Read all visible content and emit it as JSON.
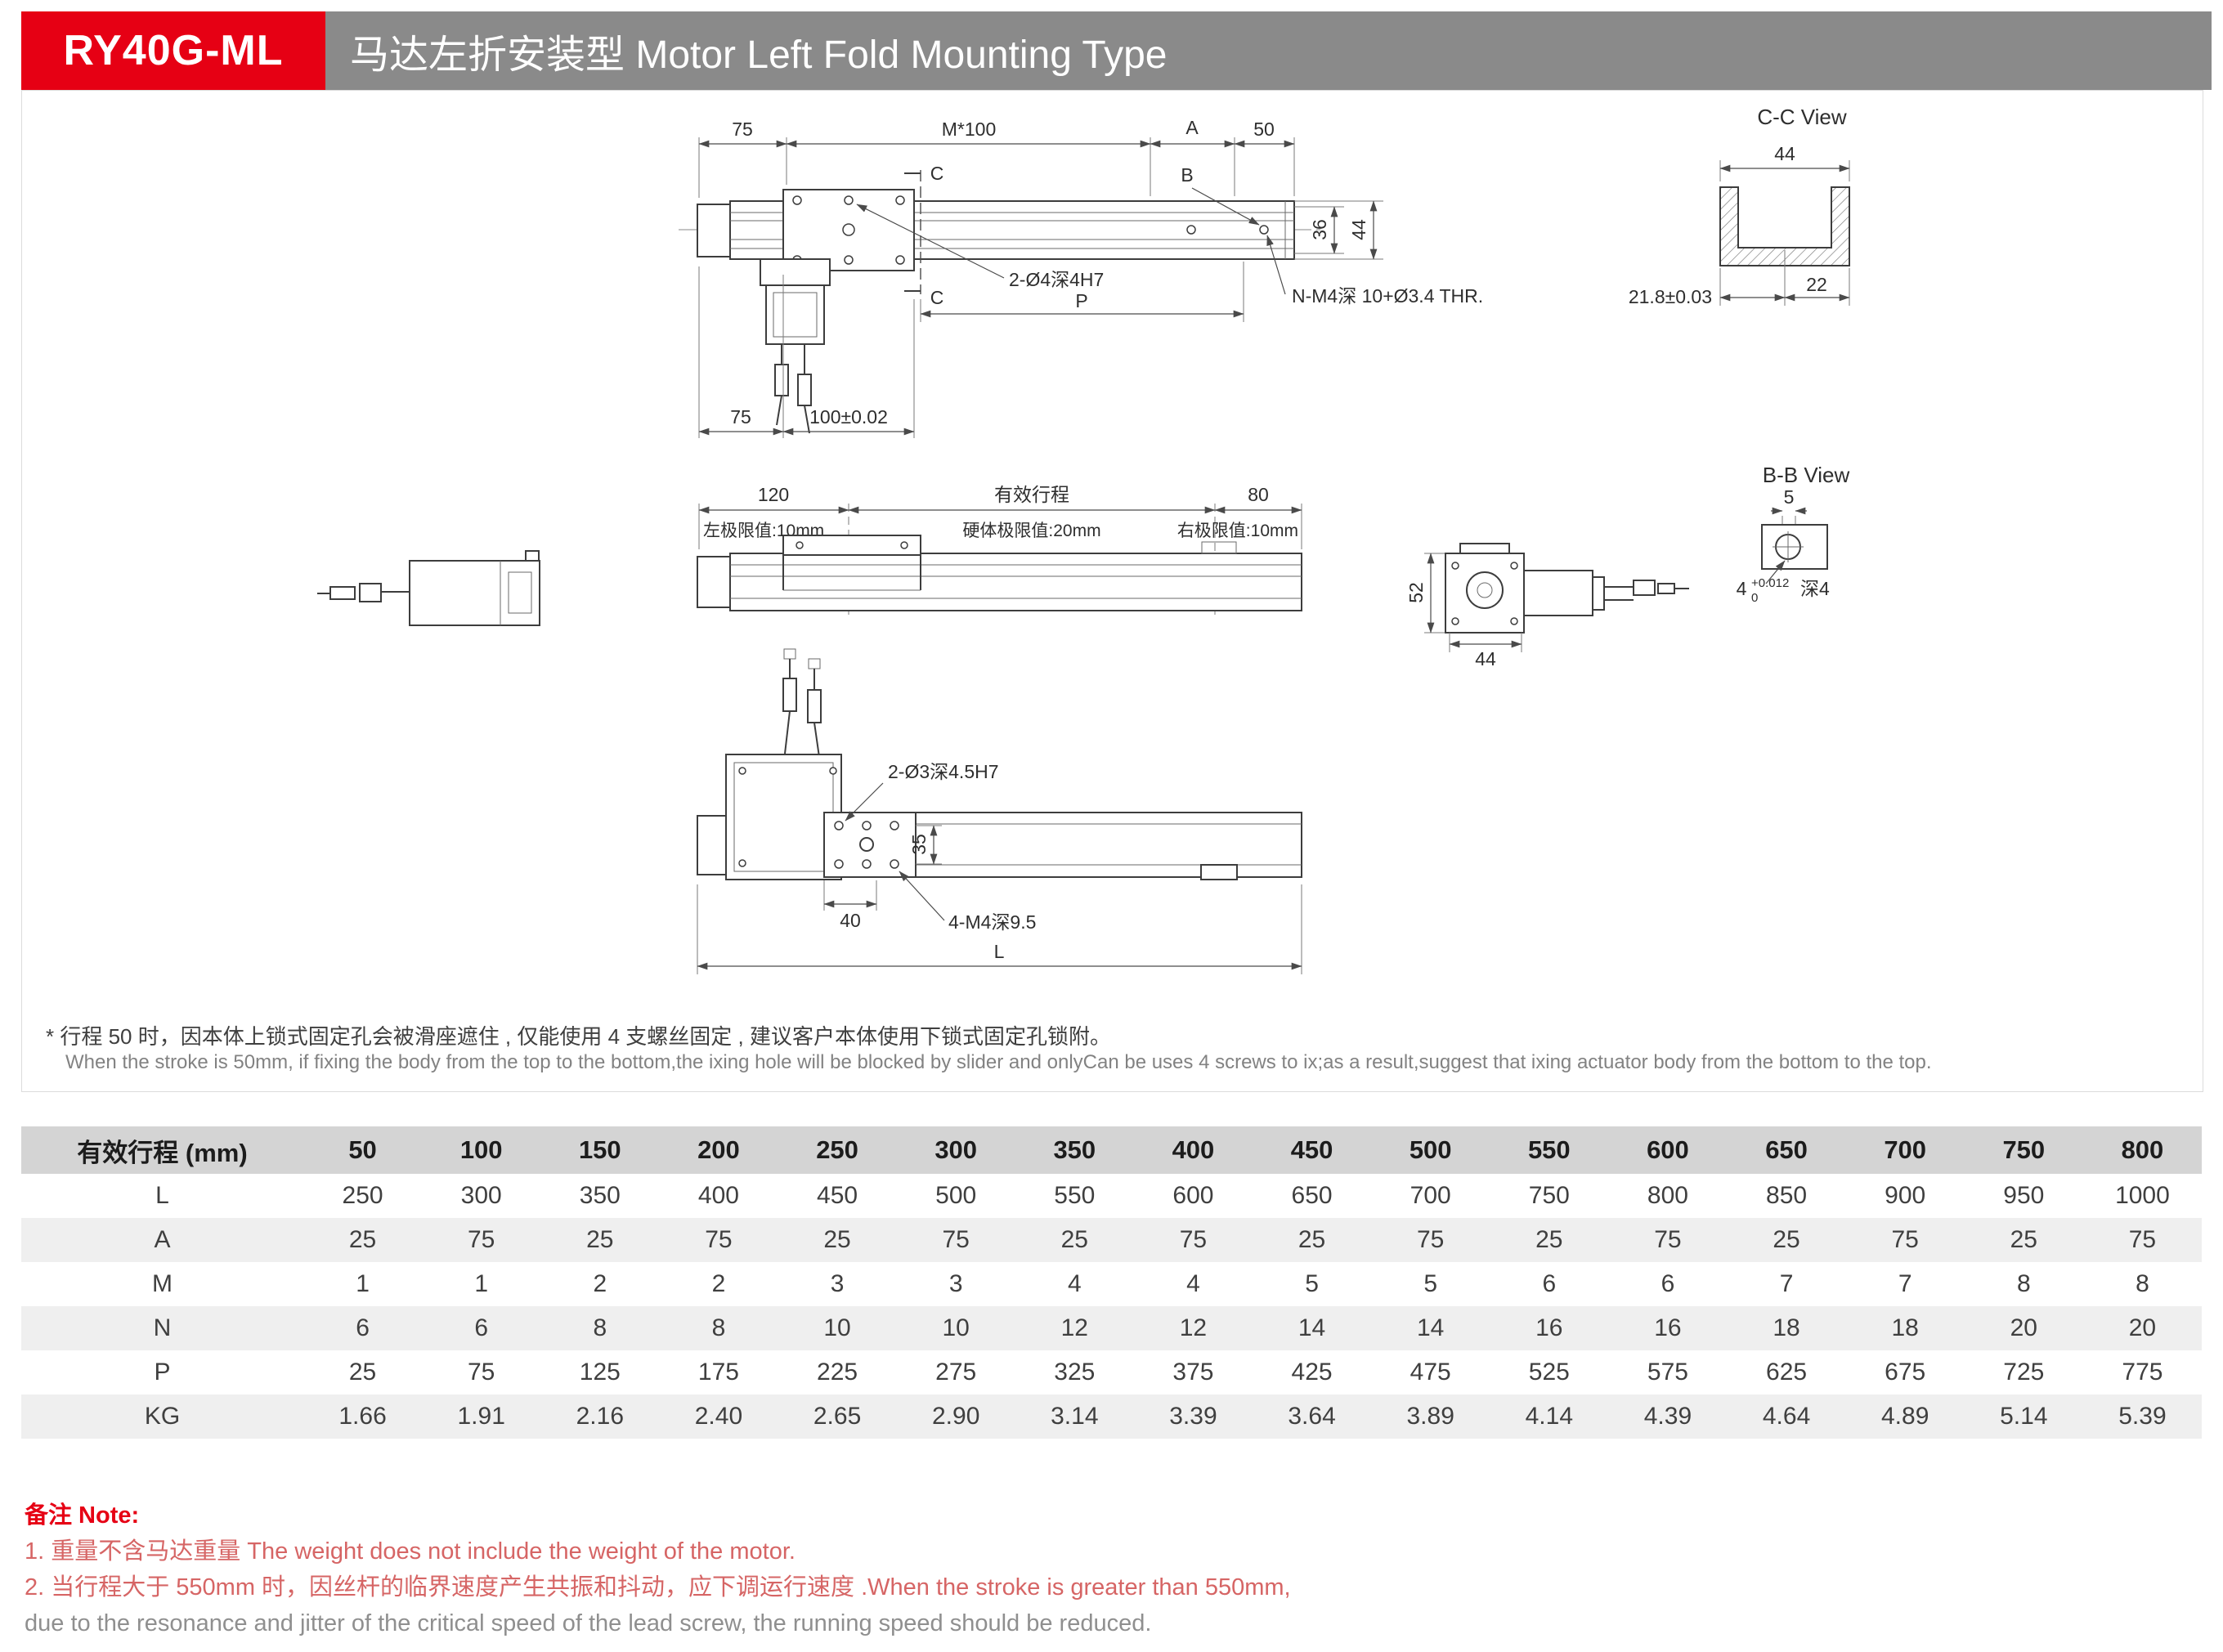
{
  "header": {
    "model": "RY40G-ML",
    "title": "马达左折安装型 Motor Left Fold Mounting Type"
  },
  "drawings": {
    "top": {
      "dim_75_left": "75",
      "dim_m100": "M*100",
      "dim_a": "A",
      "dim_50": "50",
      "section_c_top": "C",
      "section_c_bottom": "C",
      "label_b": "B",
      "dim_36": "36",
      "dim_44": "44",
      "leader_pin_holes": "2-Ø4深4H7",
      "leader_thread_holes": "N-M4深 10+Ø3.4 THR.",
      "dim_p": "P",
      "dim_75_bottom": "75",
      "dim_100": "100±0.02"
    },
    "cc_view": {
      "title": "C-C View",
      "dim_44": "44",
      "dim_21_8": "21.8±0.03",
      "dim_22": "22"
    },
    "side": {
      "dim_120": "120",
      "dim_stroke": "有效行程",
      "dim_80": "80",
      "limit_left": "左极限值:10mm",
      "limit_hard": "硬体极限值:20mm",
      "limit_right": "右极限值:10mm",
      "dim_52": "52",
      "dim_44": "44"
    },
    "bb_view": {
      "title": "B-B View",
      "dim_5": "5",
      "tol_base": "4",
      "tol_upper": "+0.012",
      "tol_lower": "0",
      "tol_depth": "深4"
    },
    "bottom": {
      "leader_pin_holes": "2-Ø3深4.5H7",
      "dim_35": "35",
      "dim_40": "40",
      "leader_screw_holes": "4-M4深9.5",
      "dim_l": "L"
    }
  },
  "footnote": {
    "line_cn": "* 行程 50 时，因本体上锁式固定孔会被滑座遮住 , 仅能使用 4 支螺丝固定 , 建议客户本体使用下锁式固定孔锁附。",
    "line_en": "When the stroke is 50mm, if fixing the body from the top to the bottom,the ixing hole will be blocked by slider and onlyCan be uses 4 screws to ix;as a result,suggest that ixing actuator body from the bottom to the top."
  },
  "table": {
    "header": [
      "有效行程 (mm)",
      "50",
      "100",
      "150",
      "200",
      "250",
      "300",
      "350",
      "400",
      "450",
      "500",
      "550",
      "600",
      "650",
      "700",
      "750",
      "800"
    ],
    "rows": [
      {
        "label": "L",
        "values": [
          "250",
          "300",
          "350",
          "400",
          "450",
          "500",
          "550",
          "600",
          "650",
          "700",
          "750",
          "800",
          "850",
          "900",
          "950",
          "1000"
        ]
      },
      {
        "label": "A",
        "values": [
          "25",
          "75",
          "25",
          "75",
          "25",
          "75",
          "25",
          "75",
          "25",
          "75",
          "25",
          "75",
          "25",
          "75",
          "25",
          "75"
        ]
      },
      {
        "label": "M",
        "values": [
          "1",
          "1",
          "2",
          "2",
          "3",
          "3",
          "4",
          "4",
          "5",
          "5",
          "6",
          "6",
          "7",
          "7",
          "8",
          "8"
        ]
      },
      {
        "label": "N",
        "values": [
          "6",
          "6",
          "8",
          "8",
          "10",
          "10",
          "12",
          "12",
          "14",
          "14",
          "16",
          "16",
          "18",
          "18",
          "20",
          "20"
        ]
      },
      {
        "label": "P",
        "values": [
          "25",
          "75",
          "125",
          "175",
          "225",
          "275",
          "325",
          "375",
          "425",
          "475",
          "525",
          "575",
          "625",
          "675",
          "725",
          "775"
        ]
      },
      {
        "label": "KG",
        "values": [
          "1.66",
          "1.91",
          "2.16",
          "2.40",
          "2.65",
          "2.90",
          "3.14",
          "3.39",
          "3.64",
          "3.89",
          "4.14",
          "4.39",
          "4.64",
          "4.89",
          "5.14",
          "5.39"
        ]
      }
    ]
  },
  "notes": {
    "title": "备注 Note:",
    "line1": "1. 重量不含马达重量 The weight does not include the weight of the motor.",
    "line2": "2. 当行程大于 550mm 时，因丝杆的临界速度产生共振和抖动，应下调运行速度 .When the stroke is greater than 550mm,",
    "line3": "due to the resonance and jitter of the critical speed of the lead screw, the running speed should be reduced."
  },
  "colors": {
    "accent_red": "#e60014",
    "header_gray": "#8a8a8a",
    "table_header_bg": "#d4d4d4",
    "row_alt_bg": "#efefef",
    "note_red": "#d66565"
  }
}
